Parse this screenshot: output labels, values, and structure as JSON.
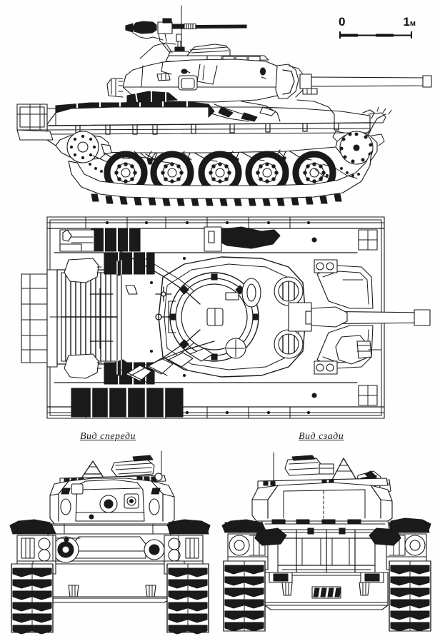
{
  "drawing": {
    "subject": "light-tank-orthographic-projection",
    "line_color": "#1a1a1a",
    "fill_dark": "#111111",
    "background": "#ffffff"
  },
  "scale_bar": {
    "start_label": "0",
    "end_label": "1",
    "unit": "м",
    "segments": 4
  },
  "captions": {
    "front_view": "Вид спереди",
    "rear_view": "Вид сзади"
  },
  "views": {
    "side": {
      "name": "side-elevation"
    },
    "top": {
      "name": "plan-view"
    },
    "front": {
      "name": "front-elevation"
    },
    "rear": {
      "name": "rear-elevation"
    }
  }
}
